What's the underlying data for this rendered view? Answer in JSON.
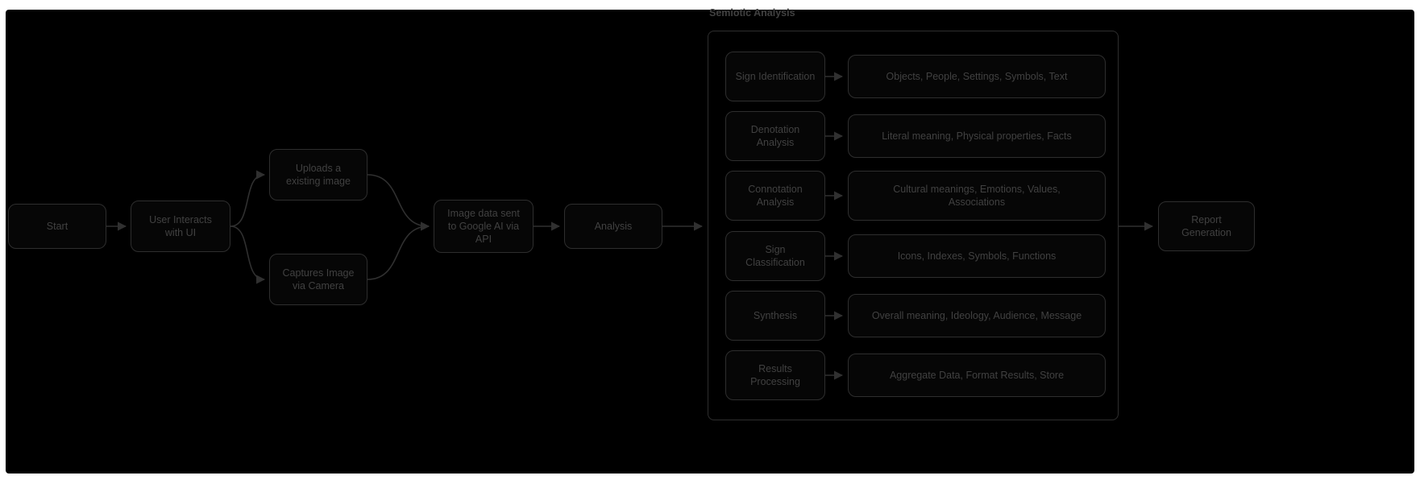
{
  "diagram": {
    "type": "flowchart",
    "colors": {
      "page_background": "#ffffff",
      "canvas_background": "#000000",
      "node_border": "#2e2e2e",
      "edge": "#303030",
      "text": "#414141"
    },
    "nodes": {
      "start": "Start",
      "user": "User Interacts\nwith UI",
      "upload": "Uploads a\nexisting image",
      "capture": "Captures Image\nvia Camera",
      "send": "Image data sent\nto Google AI via\nAPI",
      "analysis": "Analysis",
      "report": "Report\nGeneration"
    },
    "subgraph": {
      "title": "Semiotic Analysis",
      "rows": [
        {
          "step": "Sign Identification",
          "detail": "Objects, People, Settings, Symbols, Text"
        },
        {
          "step": "Denotation\nAnalysis",
          "detail": "Literal meaning, Physical properties, Facts"
        },
        {
          "step": "Connotation\nAnalysis",
          "detail": "Cultural meanings, Emotions, Values,\nAssociations"
        },
        {
          "step": "Sign\nClassification",
          "detail": "Icons, Indexes, Symbols, Functions"
        },
        {
          "step": "Synthesis",
          "detail": "Overall meaning, Ideology, Audience, Message"
        },
        {
          "step": "Results\nProcessing",
          "detail": "Aggregate Data, Format Results, Store"
        }
      ]
    }
  }
}
